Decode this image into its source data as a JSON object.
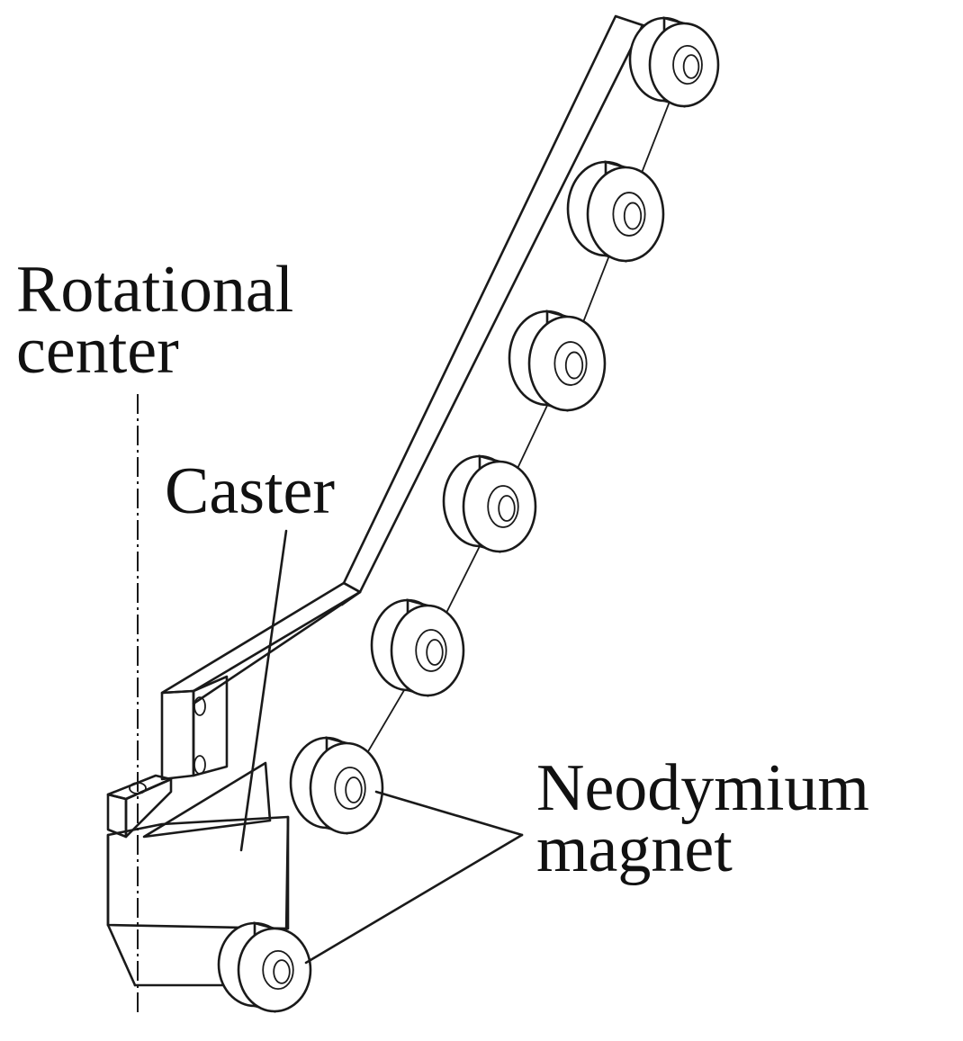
{
  "labels": {
    "rotational_center": {
      "line1": "Rotational",
      "line2": "center"
    },
    "caster": "Caster",
    "neodymium_magnet": {
      "line1": "Neodymium",
      "line2": "magnet"
    }
  },
  "magnet_count": 7,
  "line_color": "#1a1a1a",
  "background": "#ffffff"
}
